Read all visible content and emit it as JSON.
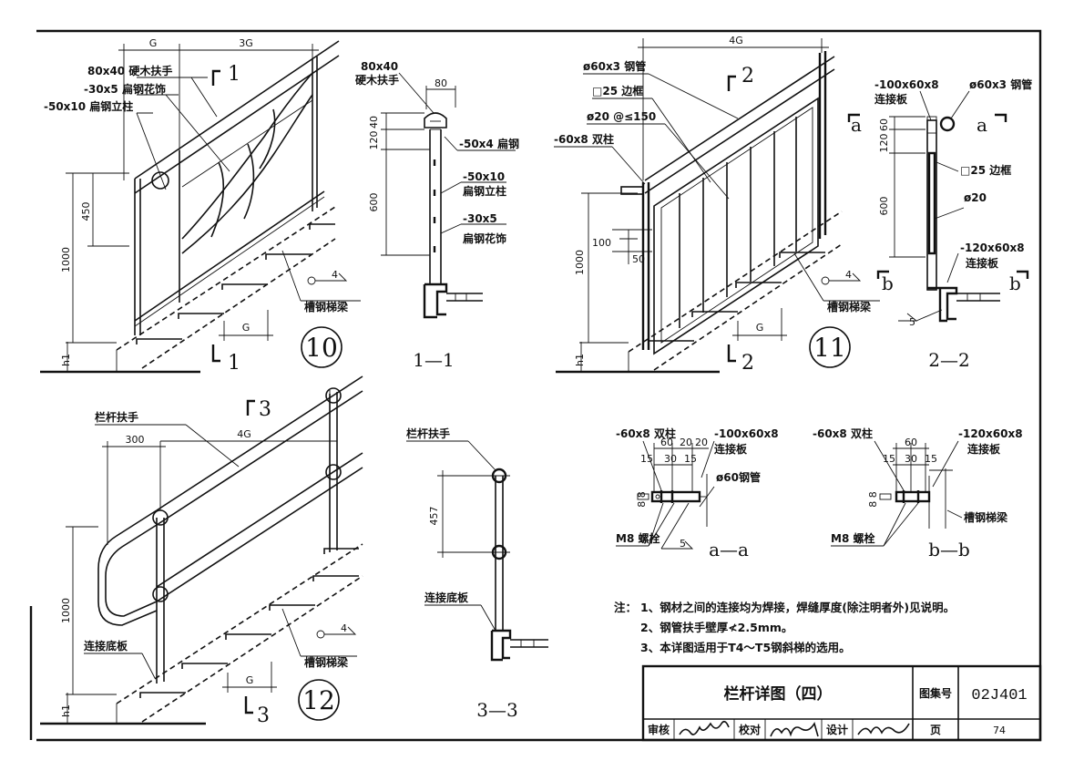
{
  "detail_10": {
    "number": "10",
    "labels": {
      "handrail": "80x40 硬木扶手",
      "ornament": "-30x5 扁钢花饰",
      "post": "-50x10 扁钢立柱",
      "stringer": "槽钢梯梁"
    },
    "dims": {
      "g": "G",
      "g3": "3G",
      "h450": "450",
      "h1000": "1000",
      "h1": "h1",
      "g_bottom": "G"
    },
    "cut_top": "1",
    "cut_bottom": "1",
    "weld": "4"
  },
  "section_1_1": {
    "title": "1—1",
    "labels": {
      "handrail": "80x40",
      "handrail2": "硬木扶手",
      "flat": "-50x4 扁钢",
      "post_a": "-50x10",
      "post_b": "扁钢立柱",
      "orn_a": "-30x5",
      "orn_b": "扁钢花饰"
    },
    "dims": {
      "w80": "80",
      "h40": "40",
      "h120": "120",
      "h600": "600"
    }
  },
  "detail_11": {
    "number": "11",
    "labels": {
      "pipe": "ø60x3 钢管",
      "frame": "□25 边框",
      "bars": "ø20 @≤150",
      "post": "-60x8 双柱",
      "stringer": "槽钢梯梁"
    },
    "dims": {
      "g4": "4G",
      "h1000": "1000",
      "h100": "100",
      "w50": "50",
      "h1": "h1",
      "g_bottom": "G"
    },
    "cut_top": "2",
    "cut_bottom": "2",
    "weld": "4"
  },
  "section_2_2": {
    "title": "2—2",
    "labels": {
      "plate_top": "-100x60x8",
      "plate_top2": "连接板",
      "pipe": "ø60x3 钢管",
      "frame": "□25 边框",
      "bar": "ø20",
      "plate_bot": "-120x60x8",
      "plate_bot2": "连接板",
      "cut_a": "a",
      "cut_b": "b",
      "weld": "5"
    },
    "dims": {
      "h60": "60",
      "h120": "120",
      "h600": "600"
    }
  },
  "detail_12": {
    "number": "12",
    "labels": {
      "handrail": "栏杆扶手",
      "base": "连接底板",
      "stringer": "槽钢梯梁"
    },
    "dims": {
      "w300": "300",
      "g4": "4G",
      "h1000": "1000",
      "h1": "h1",
      "g_bottom": "G"
    },
    "cut_top": "3",
    "cut_bottom": "3",
    "weld": "4"
  },
  "section_3_3": {
    "title": "3—3",
    "labels": {
      "handrail": "栏杆扶手",
      "base": "连接底板"
    },
    "dims": {
      "h457": "457"
    }
  },
  "section_a_a": {
    "title": "a—a",
    "labels": {
      "post": "-60x8 双柱",
      "plate": "-100x60x8",
      "plate2": "连接板",
      "pipe": "ø60钢管",
      "bolt": "M8 螺栓",
      "weld": "5"
    },
    "dims": {
      "d60": "60",
      "d20a": "20",
      "d20b": "20",
      "d15a": "15",
      "d30": "30",
      "d15b": "15",
      "h88": "8 8"
    }
  },
  "section_b_b": {
    "title": "b—b",
    "labels": {
      "post": "-60x8 双柱",
      "plate": "-120x60x8",
      "plate2": "连接板",
      "stringer": "槽钢梯梁",
      "bolt": "M8 螺栓"
    },
    "dims": {
      "d60": "60",
      "d15a": "15",
      "d30": "30",
      "d15b": "15",
      "h88": "8 8"
    }
  },
  "notes": {
    "prefix": "注：",
    "n1": "1、钢材之间的连接均为焊接，焊缝厚度(除注明者外)见说明。",
    "n2": "2、钢管扶手壁厚≮2.5mm。",
    "n3": "3、本详图适用于T4～T5钢斜梯的选用。"
  },
  "title_block": {
    "title": "栏杆详图（四）",
    "atlas_label": "图集号",
    "atlas_no": "02J401",
    "review": "审核",
    "check": "校对",
    "design": "设计",
    "page_label": "页",
    "page_no": "74"
  }
}
